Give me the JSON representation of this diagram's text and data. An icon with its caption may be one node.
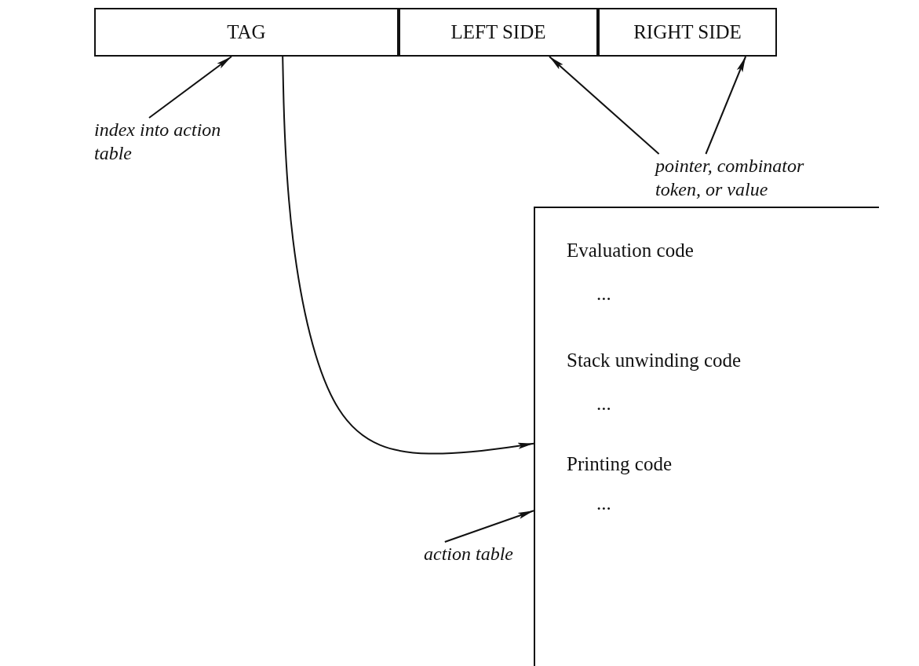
{
  "diagram": {
    "nodes": [
      {
        "text": [
          "TAG"
        ]
      },
      {
        "text": [
          "LEFT SIDE"
        ]
      },
      {
        "text": [
          "RIGHT SIDE"
        ]
      },
      {
        "text": [
          "index into action table"
        ]
      },
      {
        "text": [
          "pointer, combinator token, or value"
        ]
      },
      {
        "text": [
          "Evaluation code",
          "...",
          "Stack unwinding code",
          "...",
          "Printing code",
          "..."
        ]
      },
      {
        "text": [
          "action table"
        ]
      }
    ],
    "edges": [
      {
        "from": 3,
        "to": 0,
        "arrow": "to"
      },
      {
        "from": 4,
        "to": 1,
        "arrow": "to"
      },
      {
        "from": 4,
        "to": 2,
        "arrow": "to"
      },
      {
        "from": 0,
        "to": 5,
        "arrow": "to"
      },
      {
        "from": 6,
        "to": 5,
        "arrow": "to"
      }
    ]
  }
}
